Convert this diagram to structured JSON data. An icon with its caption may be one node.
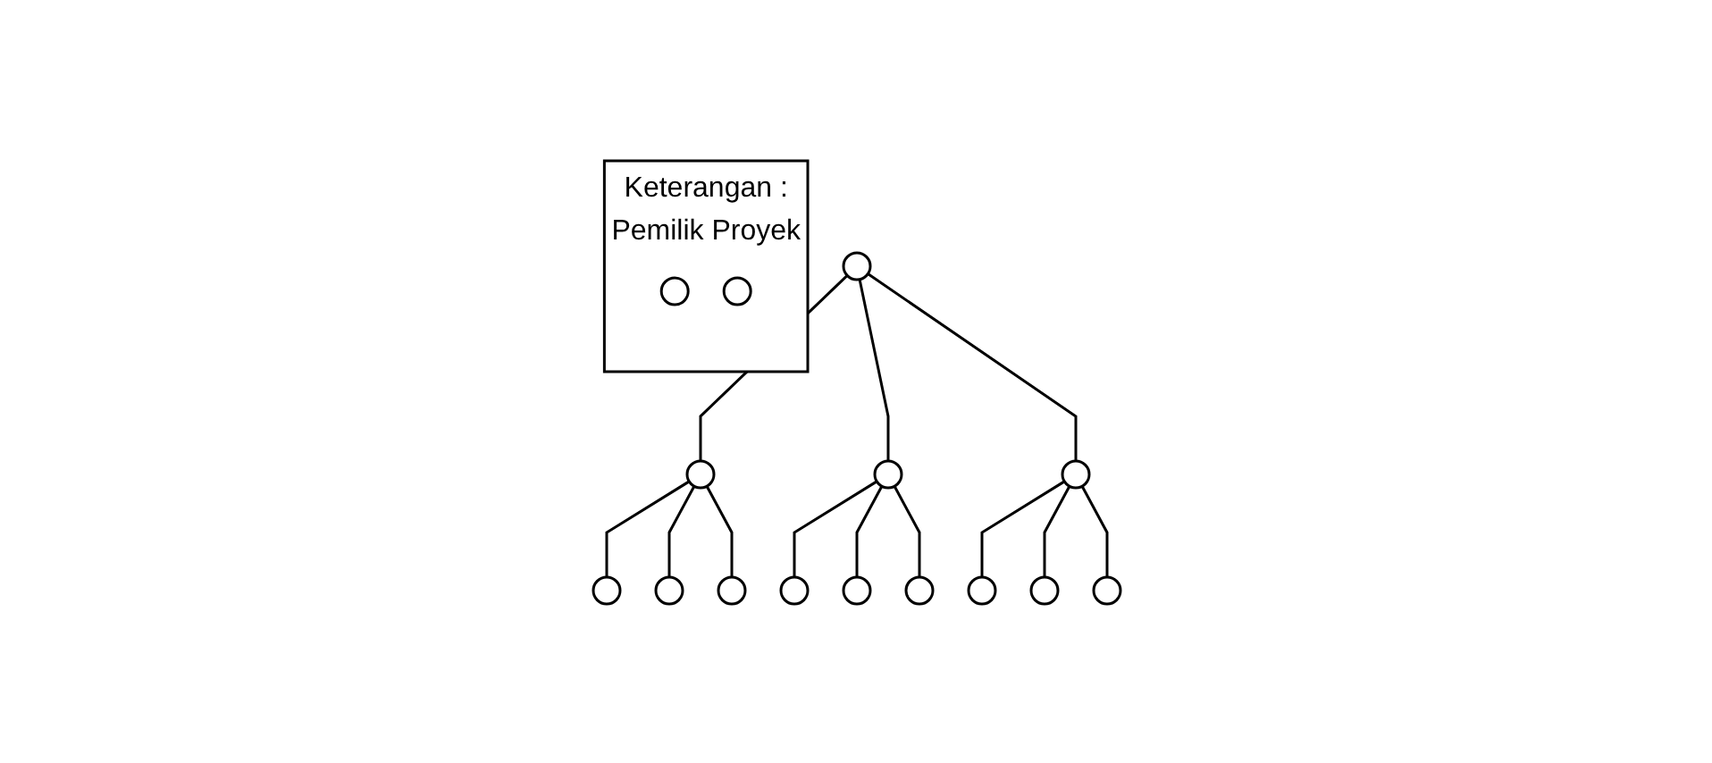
{
  "diagram": {
    "nodes": [
      {
        "text": [],
        "shape": "circle"
      },
      {
        "text": [],
        "shape": "circle"
      },
      {
        "text": [],
        "shape": "circle"
      },
      {
        "text": [],
        "shape": "circle"
      },
      {
        "text": [],
        "shape": "circle"
      },
      {
        "text": [],
        "shape": "circle"
      },
      {
        "text": [],
        "shape": "circle"
      },
      {
        "text": [],
        "shape": "circle"
      },
      {
        "text": [],
        "shape": "circle"
      },
      {
        "text": [],
        "shape": "circle"
      },
      {
        "text": [],
        "shape": "circle"
      },
      {
        "text": [],
        "shape": "circle"
      },
      {
        "text": [],
        "shape": "circle"
      },
      {
        "text": [
          "Keterangan :",
          "Pemilik Proyek"
        ]
      },
      {
        "text": [],
        "shape": "circle",
        "in": 13
      },
      {
        "text": [],
        "shape": "circle",
        "in": 13
      }
    ],
    "edges": [
      {
        "from": 0,
        "to": 1,
        "arrow": "none"
      },
      {
        "from": 0,
        "to": 2,
        "arrow": "none"
      },
      {
        "from": 0,
        "to": 3,
        "arrow": "none"
      },
      {
        "from": 1,
        "to": 4,
        "arrow": "none"
      },
      {
        "from": 1,
        "to": 5,
        "arrow": "none"
      },
      {
        "from": 1,
        "to": 6,
        "arrow": "none"
      },
      {
        "from": 2,
        "to": 7,
        "arrow": "none"
      },
      {
        "from": 2,
        "to": 8,
        "arrow": "none"
      },
      {
        "from": 2,
        "to": 9,
        "arrow": "none"
      },
      {
        "from": 3,
        "to": 10,
        "arrow": "none"
      },
      {
        "from": 3,
        "to": 11,
        "arrow": "none"
      },
      {
        "from": 3,
        "to": 12,
        "arrow": "none"
      }
    ]
  }
}
